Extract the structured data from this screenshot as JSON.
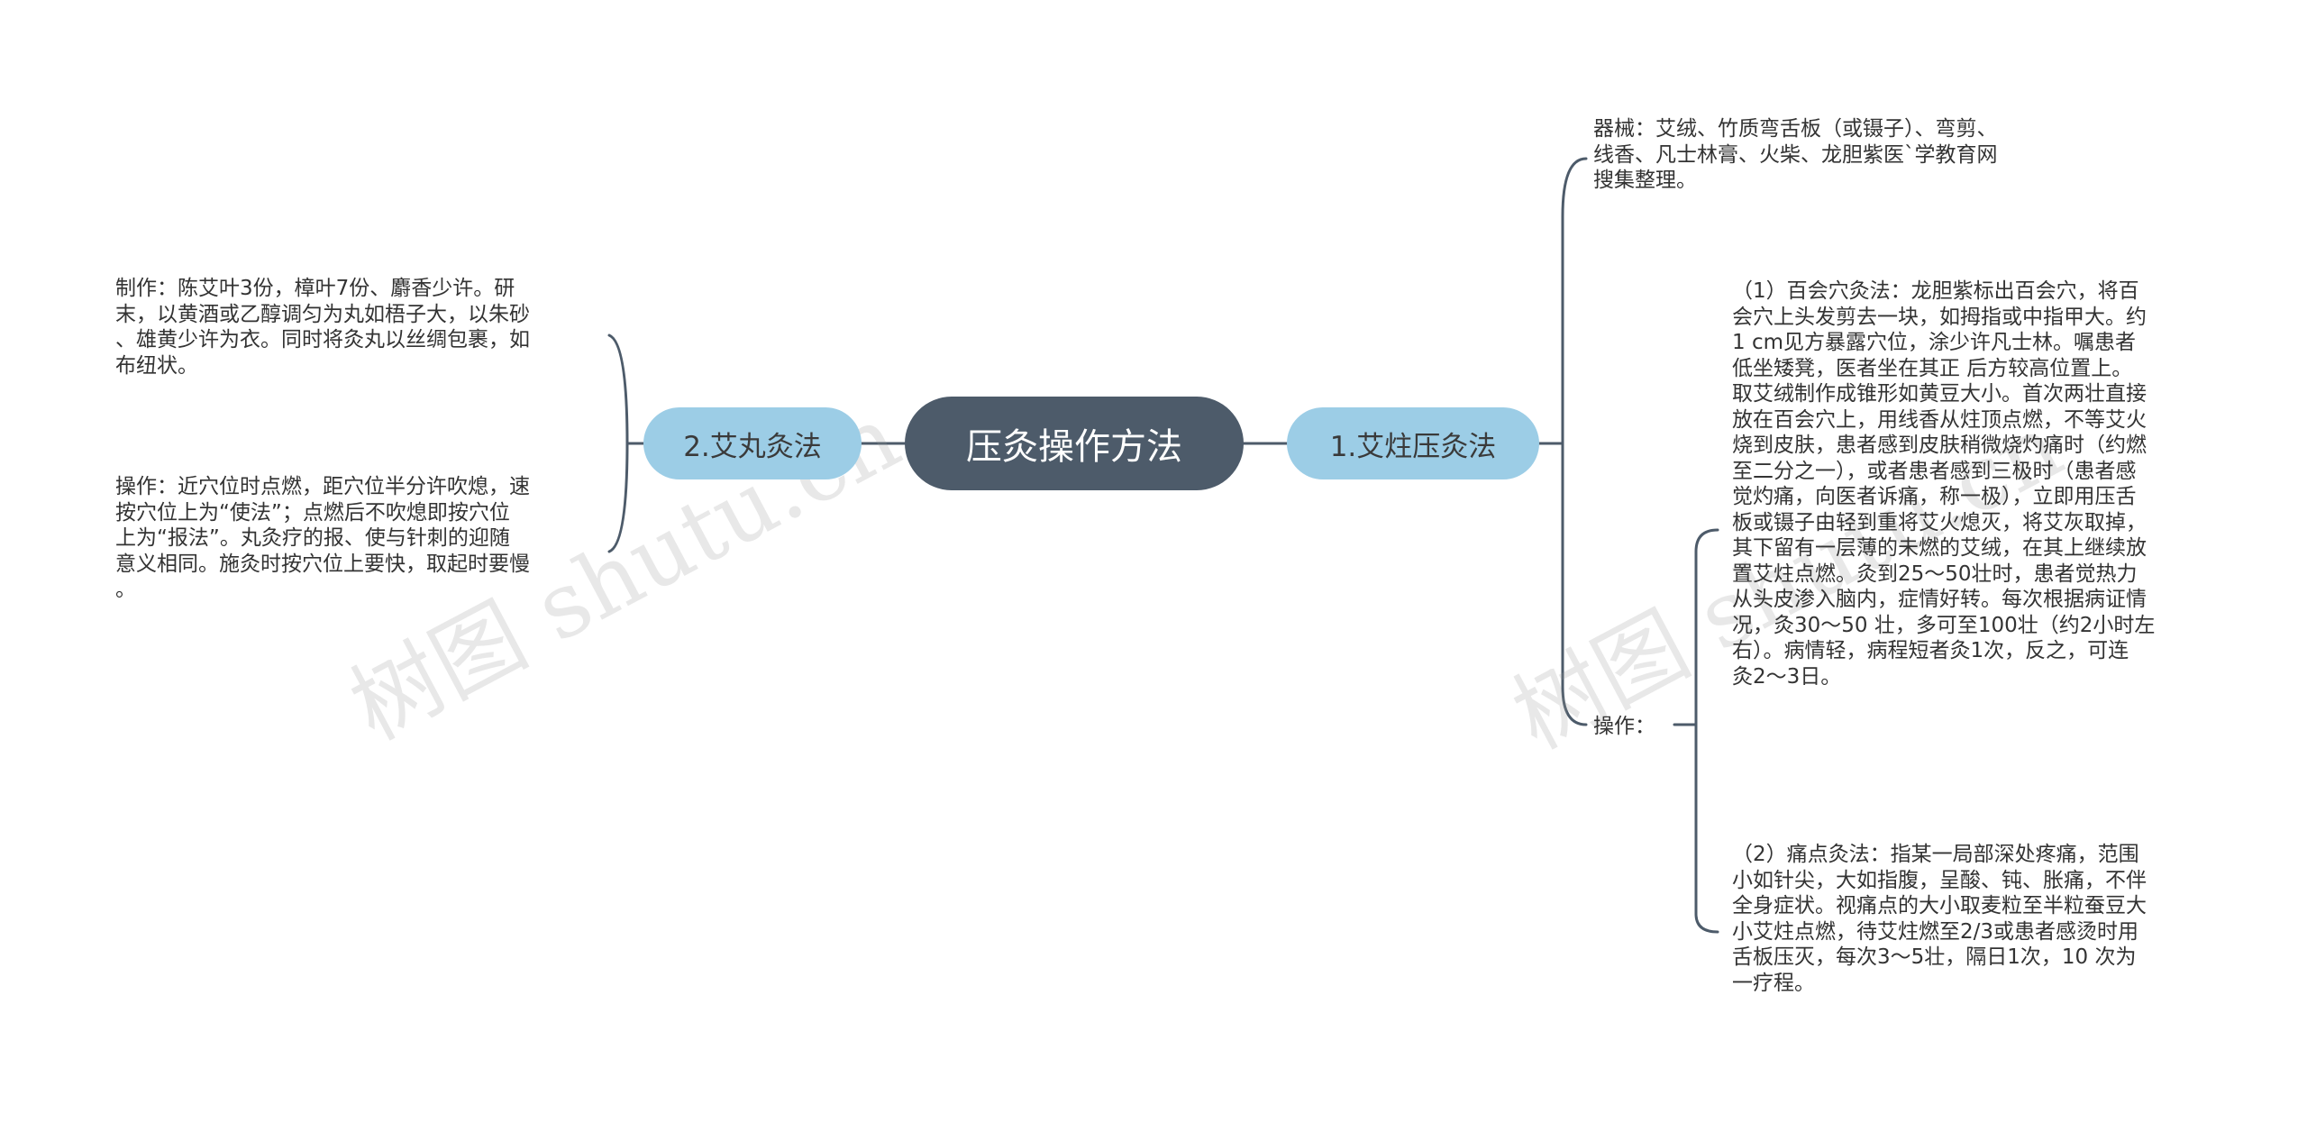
{
  "root": {
    "label": "压灸操作方法"
  },
  "branches": {
    "right": {
      "label": "1.艾炷压灸法",
      "tools": "器械：艾绒、竹质弯舌板（或镊子）、弯剪、\n线香、凡士林膏、火柴、龙胆紫医`学教育网\n搜集整理。",
      "operation_label": "操作：",
      "op1": "（1）百会穴灸法：龙胆紫标出百会穴，将百\n会穴上头发剪去一块，如拇指或中指甲大。约\n1 cm见方暴露穴位，涂少许凡士林。嘱患者\n低坐矮凳，医者坐在其正 后方较高位置上。\n取艾绒制作成锥形如黄豆大小。首次两壮直接\n放在百会穴上，用线香从炷顶点燃，不等艾火\n烧到皮肤，患者感到皮肤稍微烧灼痛时（约燃\n至二分之一），或者患者感到三极时（患者感\n觉灼痛，向医者诉痛，称一极），立即用压舌\n板或镊子由轻到重将艾火熄灭，将艾灰取掉，\n其下留有一层薄的未燃的艾绒，在其上继续放\n置艾炷点燃。灸到25～50壮时，患者觉热力\n从头皮渗入脑内，症情好转。每次根据病证情\n况，灸30～50 壮，多可至100壮（约2小时左\n右）。病情轻，病程短者灸1次，反之，可连\n灸2～3日。",
      "op2": "（2）痛点灸法：指某一局部深处疼痛，范围\n小如针尖，大如指腹，呈酸、钝、胀痛，不伴\n全身症状。视痛点的大小取麦粒至半粒蚕豆大\n小艾炷点燃，待艾炷燃至2/3或患者感烫时用\n舌板压灭，每次3～5壮，隔日1次，10 次为\n一疗程。"
    },
    "left": {
      "label": "2.艾丸灸法",
      "make": "制作：陈艾叶3份，樟叶7份、麝香少许。研\n末，以黄酒或乙醇调匀为丸如梧子大，以朱砂\n、雄黄少许为衣。同时将灸丸以丝绸包裹，如\n布纽状。",
      "operation": "操作：近穴位时点燃，距穴位半分许吹熄，速\n按穴位上为“使法”；点燃后不吹熄即按穴位\n上为“报法”。丸灸疗的报、使与针刺的迎随\n意义相同。施灸时按穴位上要快，取起时要慢\n。"
    }
  },
  "watermarks": [
    "树图 shutu.cn",
    "树图 shutu.cn"
  ],
  "colors": {
    "root_fill": "#4d5b6a",
    "branch_fill": "#9ccde6",
    "line": "#4d5b6a",
    "text": "#333333"
  }
}
